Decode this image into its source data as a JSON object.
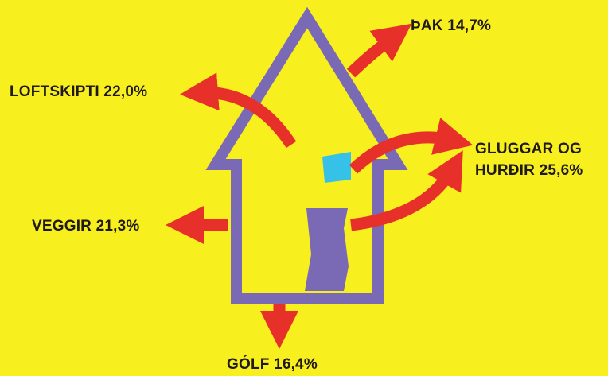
{
  "colors": {
    "background": "#f8ef1f",
    "house": "#7a69b4",
    "door": "#7a69b4",
    "window": "#36c2e8",
    "arrow": "#e8302a",
    "text": "#1f1a17"
  },
  "labels": {
    "thak": "ÞAK 14,7%",
    "loftskipti": "LOFTSKIPTI 22,0%",
    "gluggar_line1": "GLUGGAR OG",
    "gluggar_line2": "HURÐIR 25,6%",
    "veggir": "VEGGIR 21,3%",
    "golf": "GÓLF 16,4%"
  },
  "heat_loss": [
    {
      "part": "ÞAK",
      "percent": 14.7
    },
    {
      "part": "LOFTSKIPTI",
      "percent": 22.0
    },
    {
      "part": "GLUGGAR OG HURÐIR",
      "percent": 25.6
    },
    {
      "part": "VEGGIR",
      "percent": 21.3
    },
    {
      "part": "GÓLF",
      "percent": 16.4
    }
  ]
}
